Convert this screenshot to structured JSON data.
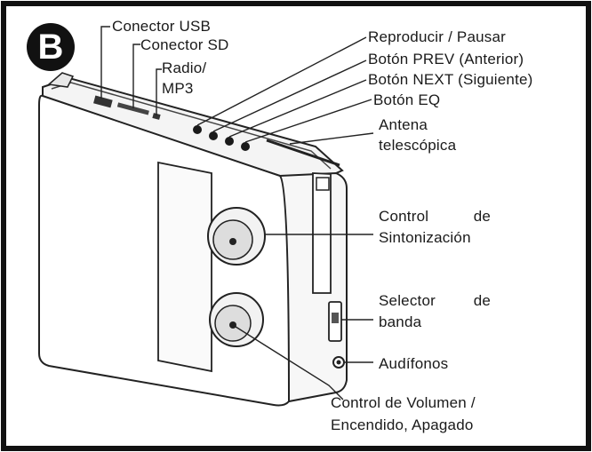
{
  "badge": "B",
  "labels": {
    "usb": "Conector USB",
    "sd": "Conector SD",
    "radio_line1": "Radio/",
    "radio_line2": "MP3",
    "play": "Reproducir / Pausar",
    "prev": "Botón PREV (Anterior)",
    "next": "Botón NEXT (Siguiente)",
    "eq": "Botón EQ",
    "antenna_line1": "Antena",
    "antenna_line2": "telescópica",
    "tuning_word1": "Control",
    "tuning_word2": "de",
    "tuning_line2": "Sintonización",
    "band_word1": "Selector",
    "band_word2": "de",
    "band_line2": "banda",
    "headphones": "Audífonos",
    "volume_line1": "Control de Volumen /",
    "volume_line2": "Encendido, Apagado"
  }
}
